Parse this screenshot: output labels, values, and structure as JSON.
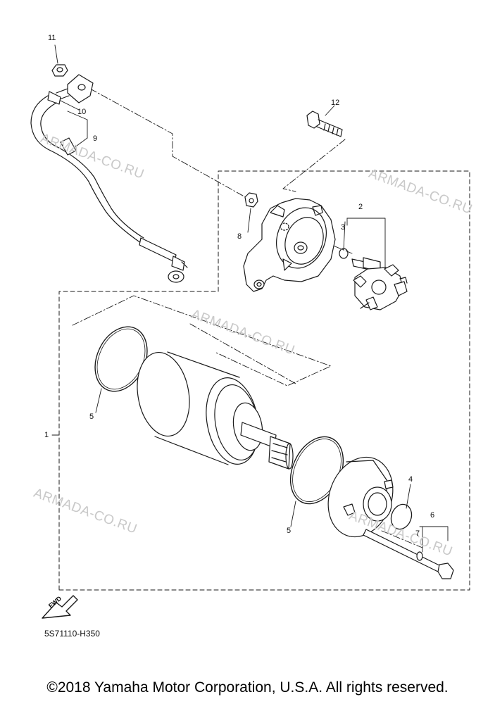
{
  "diagram": {
    "part_numbers": [
      "1",
      "2",
      "3",
      "4",
      "5",
      "5",
      "6",
      "7",
      "8",
      "9",
      "10",
      "11",
      "12"
    ],
    "watermark": "ARMADA-CO.RU",
    "fwd_label": "FWD",
    "diagram_code": "5S71110-H350",
    "copyright": "©2018 Yamaha Motor Corporation, U.S.A. All rights reserved."
  }
}
